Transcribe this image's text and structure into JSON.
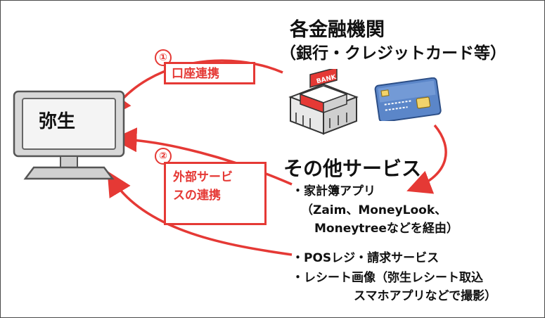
{
  "monitor": {
    "label": "弥生"
  },
  "badges": {
    "one": "①",
    "two": "②"
  },
  "connections": {
    "account_link": "口座連携",
    "external_service_link_line1": "外部サービ",
    "external_service_link_line2": "スの連携"
  },
  "financial": {
    "title_line1": "各金融機関",
    "title_line2": "（銀行・クレジットカード等）",
    "bank_sign": "BANK"
  },
  "other_services": {
    "title": "その他サービス",
    "household_app": "・家計簿アプリ",
    "household_app_examples_line1": "（Zaim、MoneyLook、",
    "household_app_examples_line2": "Moneytreeなどを経由）",
    "pos": "・POSレジ・請求サービス",
    "receipt_line1": "・レシート画像（弥生レシート取込",
    "receipt_line2": "スマホアプリなどで撮影）"
  },
  "colors": {
    "accent": "#e53935",
    "monitor_fill": "#d8d8d8",
    "screen_fill": "#f4f4f4",
    "card_blue": "#5b86c9"
  },
  "icons": [
    "monitor-icon",
    "bank-building-icon",
    "credit-card-icon"
  ]
}
